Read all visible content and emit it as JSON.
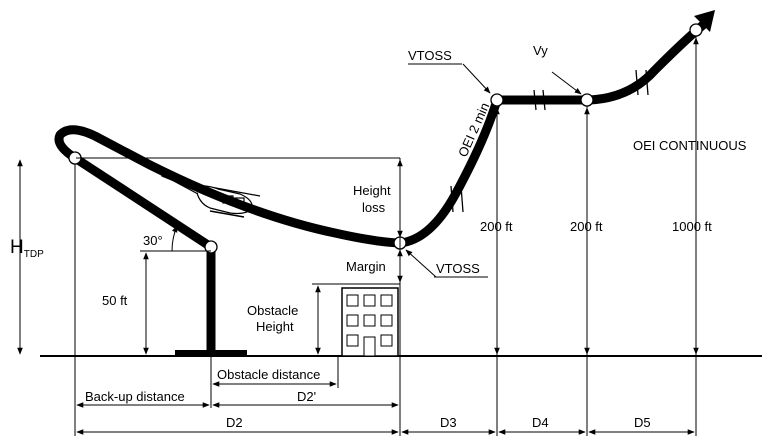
{
  "labels": {
    "h_tdp_main": "H",
    "h_tdp_sub": "TDP",
    "angle": "30°",
    "fifty_ft": "50 ft",
    "height_loss_1": "Height",
    "height_loss_2": "loss",
    "margin": "Margin",
    "obstacle_height_1": "Obstacle",
    "obstacle_height_2": "Height",
    "vtoss_top": "VTOSS",
    "vtoss_bottom": "VTOSS",
    "vy": "Vy",
    "oei_2min": "OEI 2 min",
    "oei_continuous": "OEI CONTINUOUS",
    "ft200_a": "200 ft",
    "ft200_b": "200 ft",
    "ft1000": "1000 ft",
    "obstacle_distance": "Obstacle distance",
    "backup_distance": "Back-up distance",
    "d2prime": "D2'",
    "d2": "D2",
    "d3": "D3",
    "d4": "D4",
    "d5": "D5"
  }
}
